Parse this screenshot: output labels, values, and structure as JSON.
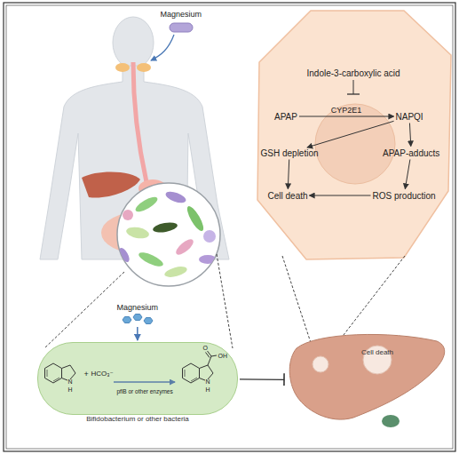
{
  "diagram": {
    "nodes": [
      {
        "text": [
          "Indole-3-carboxylic acid"
        ]
      },
      {
        "text": [
          "APAP"
        ]
      },
      {
        "text": [
          "NAPQI"
        ]
      },
      {
        "text": [
          "GSH depletion"
        ]
      },
      {
        "text": [
          "APAP-adducts"
        ]
      },
      {
        "text": [
          "Cell death"
        ]
      },
      {
        "text": [
          "ROS production"
        ]
      },
      {
        "text": [
          "Magnesium"
        ]
      },
      {
        "text": [
          "Bifidobacterium or other bacteria"
        ]
      },
      {
        "text": [
          "Cell death"
        ]
      }
    ],
    "edges": [
      {
        "from": 1,
        "to": 2,
        "label": "CYP2E1",
        "arrow": "to"
      },
      {
        "from": 2,
        "to": 3,
        "arrow": "to"
      },
      {
        "from": 2,
        "to": 4,
        "arrow": "to"
      },
      {
        "from": 3,
        "to": 5,
        "arrow": "to"
      },
      {
        "from": 4,
        "to": 6,
        "arrow": "to"
      },
      {
        "from": 6,
        "to": 5,
        "arrow": "to"
      },
      {
        "from": 7,
        "to": 8,
        "arrow": "to"
      },
      {
        "from": 8,
        "to": 9,
        "arrow": "to"
      }
    ],
    "labels": [
      "Magnesium",
      "+",
      "HCO₃⁻",
      "pflB or other enzymes",
      "N",
      "H",
      "O",
      "OH",
      "N",
      "H"
    ]
  }
}
